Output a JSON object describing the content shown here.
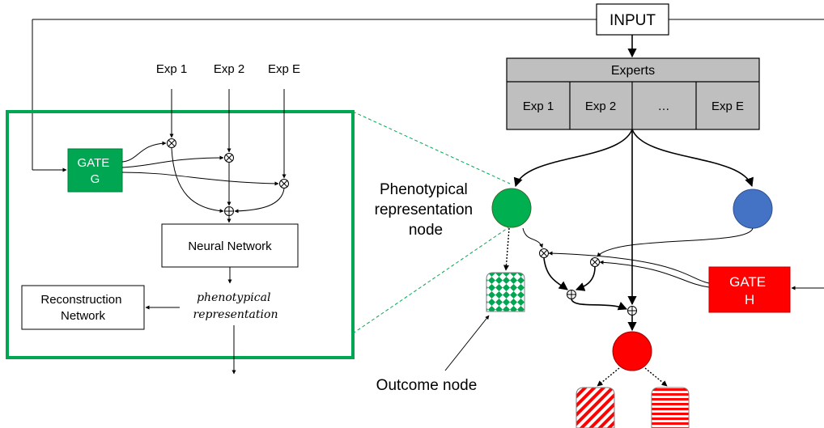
{
  "input_label": "INPUT",
  "experts": {
    "title": "Experts",
    "cells": [
      "Exp 1",
      "Exp 2",
      "…",
      "Exp E"
    ]
  },
  "left_panel": {
    "exp_labels": [
      "Exp 1",
      "Exp 2",
      "Exp E"
    ],
    "gate_g": [
      "GATE",
      "G"
    ],
    "neural_network": "Neural Network",
    "phenotypical_representation": [
      "phenotypical",
      "representation"
    ],
    "reconstruction_network": [
      "Reconstruction",
      "Network"
    ]
  },
  "phenotypical_node_label": [
    "Phenotypical",
    "representation",
    "node"
  ],
  "gate_h": [
    "GATE",
    "H"
  ],
  "outcome_node_label": "Outcome node",
  "colors": {
    "panel_border": "#00a651",
    "gate_g": "#00a651",
    "green_node": "#00b050",
    "blue_node": "#4472c4",
    "red": "#ff0000",
    "experts_fill": "#bfbfbf"
  }
}
